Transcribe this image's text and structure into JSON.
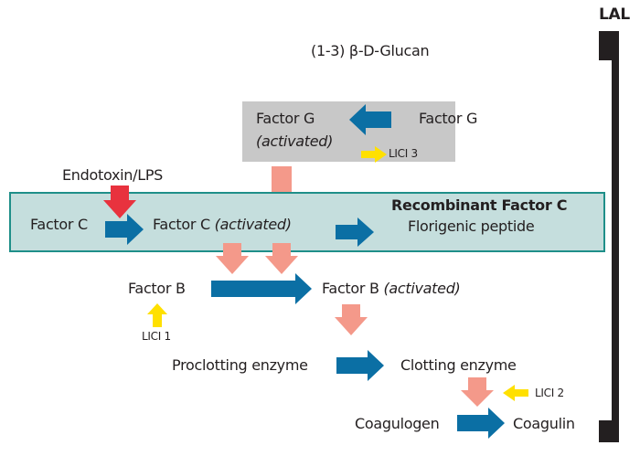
{
  "colors": {
    "blue_arrow": "#0b6fa4",
    "salmon_arrow": "#f4998a",
    "red_arrow": "#e8323e",
    "yellow_arrow": "#ffe000",
    "factor_g_box": "#c8c8c8",
    "factor_c_box": "#c5dedd",
    "factor_c_border": "#1f8f89",
    "lal_bar": "#231f20"
  },
  "lal": {
    "label": "LAL"
  },
  "glucan": {
    "label": "(1-3) β-D-Glucan"
  },
  "factor_g": {
    "inactive": "Factor G",
    "activated_name": "Factor G",
    "activated_note": "(activated)",
    "inhibitor": "LICI 3"
  },
  "endotoxin": {
    "label": "Endotoxin/LPS"
  },
  "factor_c": {
    "inactive": "Factor C",
    "activated_name": "Factor C",
    "activated_note": "(activated)",
    "recombinant_title": "Recombinant Factor C",
    "recombinant_sub": "Florigenic peptide"
  },
  "factor_b": {
    "inactive": "Factor B",
    "activated_name": "Factor B",
    "activated_note": "(activated)",
    "inhibitor": "LICI 1"
  },
  "enzyme": {
    "pro": "Proclotting enzyme",
    "active": "Clotting enzyme"
  },
  "coag": {
    "pro": "Coagulogen",
    "active": "Coagulin",
    "inhibitor": "LICI 2"
  }
}
